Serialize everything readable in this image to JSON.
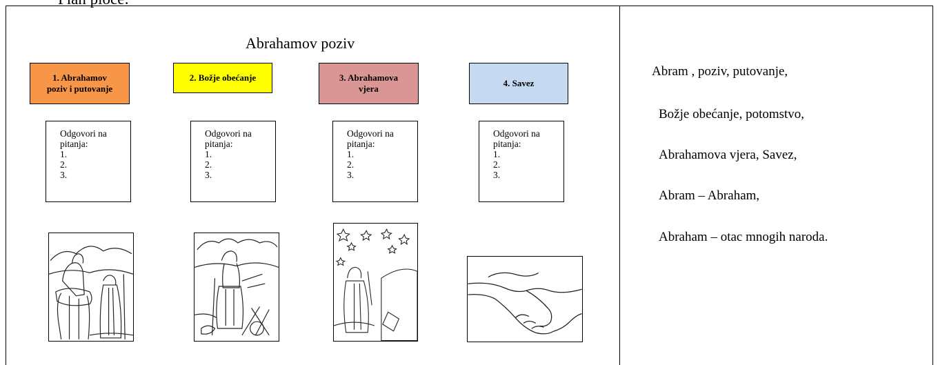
{
  "top_clipped_text": "Plan ploče:",
  "main_title": "Abrahamov poziv",
  "columns": [
    {
      "heading": "1. Abrahamov poziv i putovanje",
      "heading_lines": [
        "1. Abrahamov",
        "poziv i putovanje"
      ],
      "color": "#f79646",
      "questions": {
        "intro": [
          "Odgovori na",
          "pitanja:"
        ],
        "items": [
          "1.",
          "2.",
          "3."
        ]
      }
    },
    {
      "heading": "2. Božje obećanje",
      "heading_lines": [
        "2. Božje obećanje"
      ],
      "color": "#ffff00",
      "questions": {
        "intro": [
          "Odgovori na",
          "pitanja:"
        ],
        "items": [
          "1.",
          "2.",
          "3."
        ]
      }
    },
    {
      "heading": "3. Abrahamova vjera",
      "heading_lines": [
        "3. Abrahamova",
        "vjera"
      ],
      "color": "#da9694",
      "questions": {
        "intro": [
          "Odgovori na",
          "pitanja:"
        ],
        "items": [
          "1.",
          "2.",
          "3."
        ]
      }
    },
    {
      "heading": "4. Savez",
      "heading_lines": [
        "4. Savez"
      ],
      "color": "#c5d9f1",
      "questions": {
        "intro": [
          "Odgovori na",
          "pitanja:"
        ],
        "items": [
          "1.",
          "2.",
          "3."
        ]
      }
    }
  ],
  "keywords": [
    "Abram , poziv, putovanje,",
    "Božje obećanje, potomstvo,",
    "Abrahamova vjera, Savez,",
    "Abram – Abraham,",
    "Abraham – otac mnogih naroda."
  ]
}
